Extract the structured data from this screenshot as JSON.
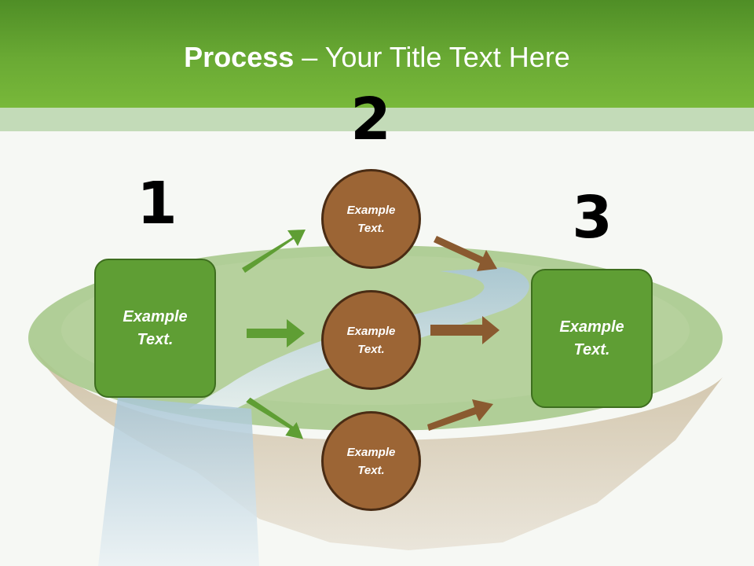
{
  "slide": {
    "title_bold": "Process",
    "title_rest": " – Your Title Text Here"
  },
  "steps": {
    "n1": "1",
    "n2": "2",
    "n3": "3"
  },
  "nodes": {
    "left_box": "Example Text.",
    "right_box": "Example Text.",
    "circle_top": "Example Text.",
    "circle_mid": "Example Text.",
    "circle_bot": "Example Text."
  },
  "colors": {
    "green": "#5f9e34",
    "brown": "#9c6535",
    "arrow_green": "#5f9e34",
    "arrow_brown": "#8a5a30"
  }
}
